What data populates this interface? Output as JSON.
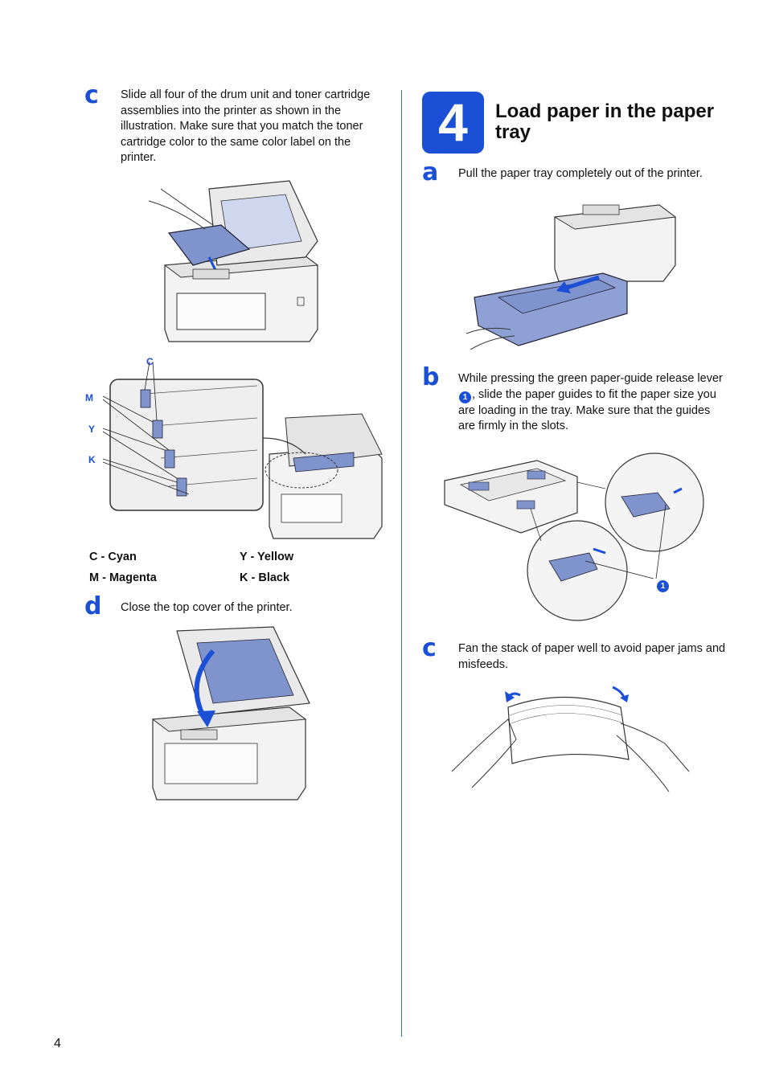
{
  "left_column": {
    "step_c": {
      "letter": "c",
      "text": "Slide all four of the drum unit and toner cartridge assemblies into the printer as shown in the illustration. Make sure that you match the toner cartridge color to the same color label on the printer."
    },
    "cartridge_labels": {
      "c": "C",
      "m": "M",
      "y": "Y",
      "k": "K"
    },
    "legend": {
      "cyan": "C - Cyan",
      "yellow": "Y - Yellow",
      "magenta": "M - Magenta",
      "black": "K - Black"
    },
    "step_d": {
      "letter": "d",
      "text": "Close the top cover of the printer."
    }
  },
  "right_column": {
    "section": {
      "number": "4",
      "title": "Load paper in the paper tray"
    },
    "step_a": {
      "letter": "a",
      "text": "Pull the paper tray completely out of the printer."
    },
    "step_b": {
      "letter": "b",
      "text_before": "While pressing the green paper-guide release lever ",
      "callout": "1",
      "text_after": ", slide the paper guides to fit the paper size you are loading in the tray. Make sure that the guides are firmly in the slots."
    },
    "step_b_callout_label": "1",
    "step_c": {
      "letter": "c",
      "text": "Fan the stack of paper well to avoid paper jams and misfeeds."
    }
  },
  "footer": {
    "page_number": "4"
  },
  "colors": {
    "accent": "#1a4fd6",
    "divider": "#3a6bc9",
    "illustration_blue": "#7f93cc"
  }
}
